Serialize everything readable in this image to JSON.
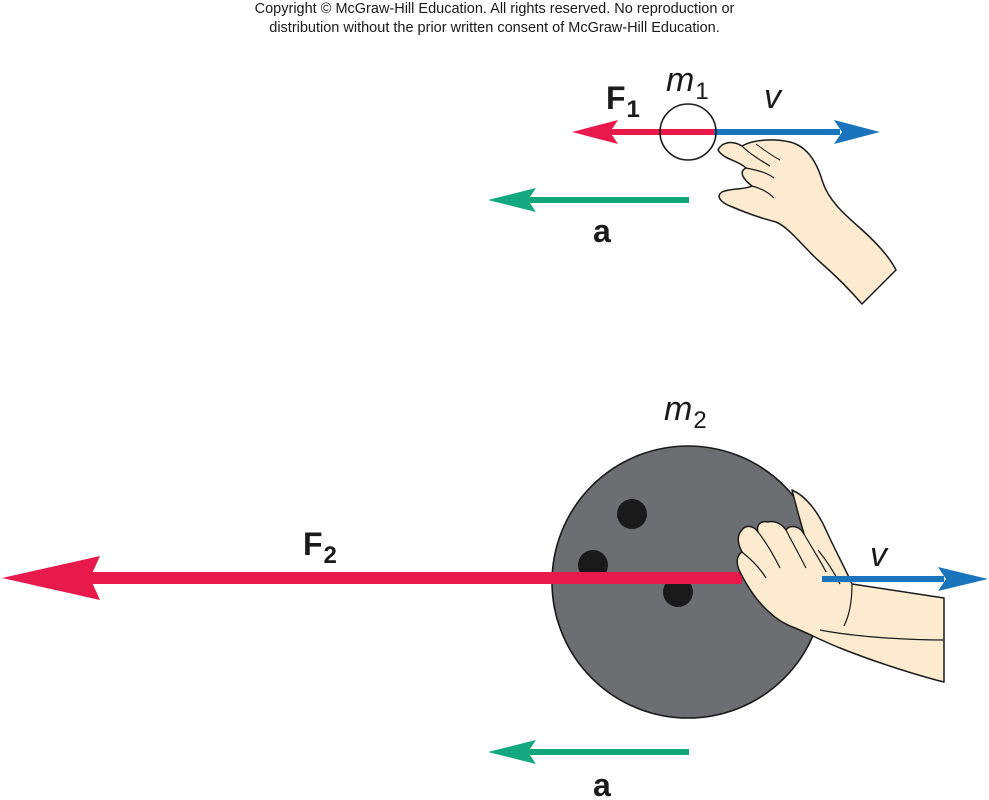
{
  "copyright": {
    "line1": "Copyright © McGraw-Hill Education.  All rights reserved. No reproduction or",
    "line2": "distribution without the prior written consent of McGraw-Hill Education."
  },
  "top": {
    "force_label": "F",
    "force_sub": "1",
    "mass_label": "m",
    "mass_sub": "1",
    "velocity_label": "v",
    "accel_label": "a"
  },
  "bottom": {
    "force_label": "F",
    "force_sub": "2",
    "mass_label": "m",
    "mass_sub": "2",
    "velocity_label": "v",
    "accel_label": "a"
  },
  "colors": {
    "force": "#e8194b",
    "velocity": "#1a74bb",
    "acceleration": "#12a77c",
    "ball": "#6d6e71",
    "hand": "#fdebd0"
  }
}
